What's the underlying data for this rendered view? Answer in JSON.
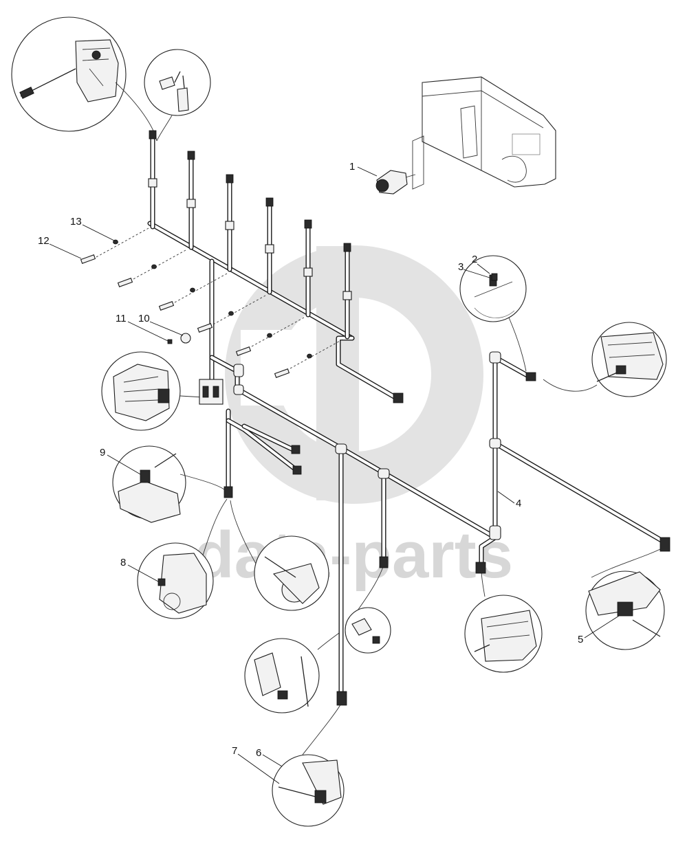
{
  "watermark": {
    "text": "data-parts",
    "color": "#d9d9d9"
  },
  "callouts": [
    {
      "id": "1",
      "label": "1"
    },
    {
      "id": "2",
      "label": "2"
    },
    {
      "id": "3",
      "label": "3"
    },
    {
      "id": "4",
      "label": "4"
    },
    {
      "id": "5",
      "label": "5"
    },
    {
      "id": "6",
      "label": "6"
    },
    {
      "id": "7",
      "label": "7"
    },
    {
      "id": "8",
      "label": "8"
    },
    {
      "id": "9",
      "label": "9"
    },
    {
      "id": "10",
      "label": "10"
    },
    {
      "id": "11",
      "label": "11"
    },
    {
      "id": "12",
      "label": "12"
    },
    {
      "id": "13",
      "label": "13"
    }
  ],
  "icons": [
    "harness-diagram",
    "watermark-logo",
    "detail-circle",
    "connector",
    "bolt",
    "washer",
    "control-unit"
  ]
}
